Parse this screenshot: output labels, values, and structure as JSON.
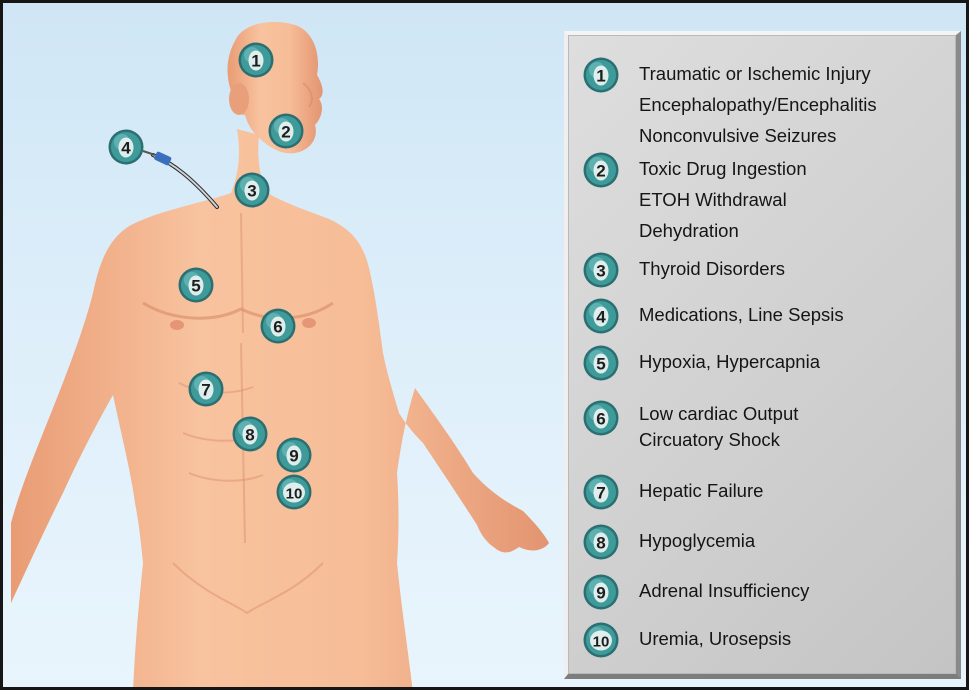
{
  "colors": {
    "marker_fill": "#3f9a9a",
    "marker_ring": "#2c6f72",
    "skin": "#f4b790",
    "background": "#d9ecf8",
    "panel": "#d4d4d4"
  },
  "figure_markers": [
    "1",
    "2",
    "3",
    "4",
    "5",
    "6",
    "7",
    "8",
    "9",
    "10"
  ],
  "legend": [
    {
      "number": "1",
      "lines": [
        "Traumatic or Ischemic Injury",
        "Encephalopathy/Encephalitis",
        "Nonconvulsive Seizures"
      ]
    },
    {
      "number": "2",
      "lines": [
        "Toxic Drug Ingestion",
        "ETOH Withdrawal",
        "Dehydration"
      ]
    },
    {
      "number": "3",
      "lines": [
        "Thyroid Disorders"
      ]
    },
    {
      "number": "4",
      "lines": [
        "Medications, Line Sepsis"
      ]
    },
    {
      "number": "5",
      "lines": [
        "Hypoxia, Hypercapnia"
      ]
    },
    {
      "number": "6",
      "lines": [
        "Low cardiac Output",
        "Circuatory Shock"
      ]
    },
    {
      "number": "7",
      "lines": [
        "Hepatic Failure"
      ]
    },
    {
      "number": "8",
      "lines": [
        "Hypoglycemia"
      ]
    },
    {
      "number": "9",
      "lines": [
        "Adrenal Insufficiency"
      ]
    },
    {
      "number": "10",
      "lines": [
        "Uremia, Urosepsis"
      ]
    }
  ]
}
